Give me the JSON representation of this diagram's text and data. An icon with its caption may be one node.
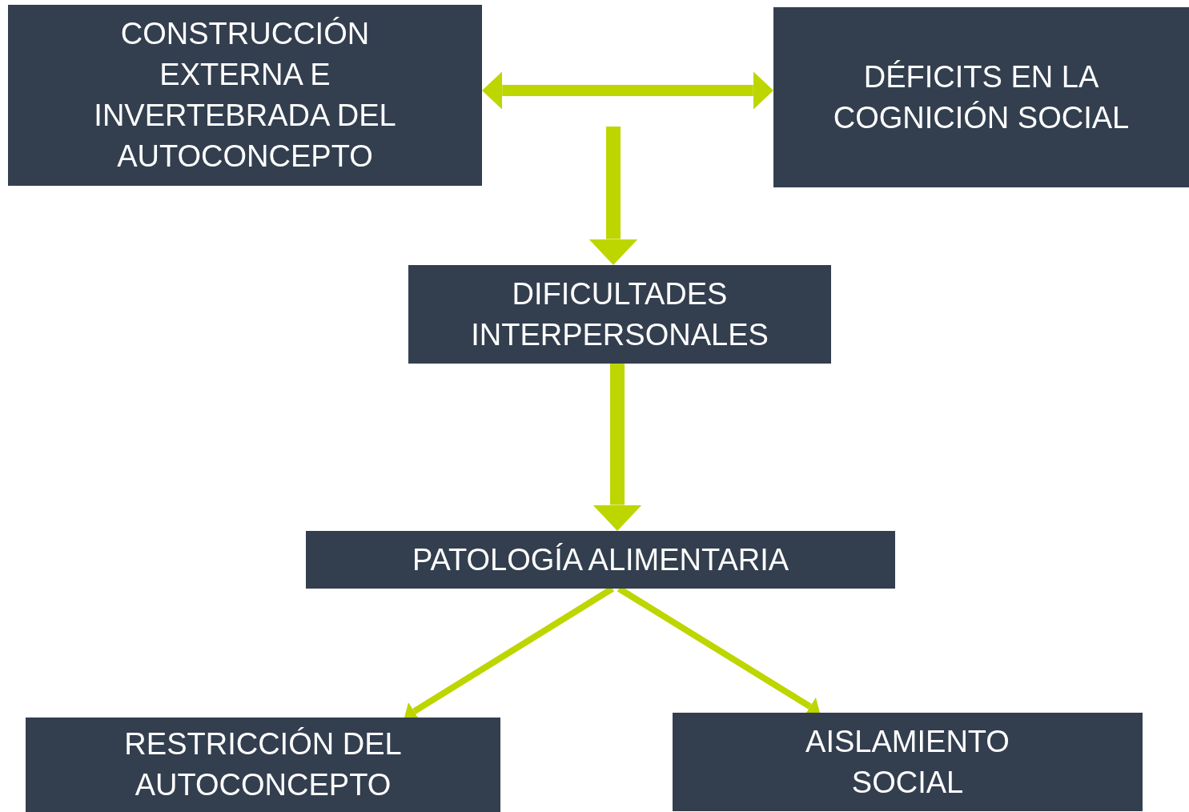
{
  "diagram": {
    "nodes": [
      {
        "text": [
          "CONSTRUCCIÓN EXTERNA E INVERTEBRADA DEL AUTOCONCEPTO"
        ]
      },
      {
        "text": [
          "DÉFICITS EN LA COGNICIÓN SOCIAL"
        ]
      },
      {
        "text": [
          "DIFICULTADES INTERPERSONALES"
        ]
      },
      {
        "text": [
          "PATOLOGÍA ALIMENTARIA"
        ]
      },
      {
        "text": [
          "RESTRICCIÓN DEL AUTOCONCEPTO"
        ]
      },
      {
        "text": [
          "AISLAMIENTO SOCIAL"
        ]
      }
    ],
    "edges": [
      {
        "from": 0,
        "to": 1,
        "arrow": "both"
      },
      {
        "from": null,
        "to": 2,
        "arrow": "to"
      },
      {
        "from": 2,
        "to": 3,
        "arrow": "to"
      },
      {
        "from": 3,
        "to": 4,
        "arrow": "to"
      },
      {
        "from": 3,
        "to": 5,
        "arrow": "to"
      }
    ]
  }
}
